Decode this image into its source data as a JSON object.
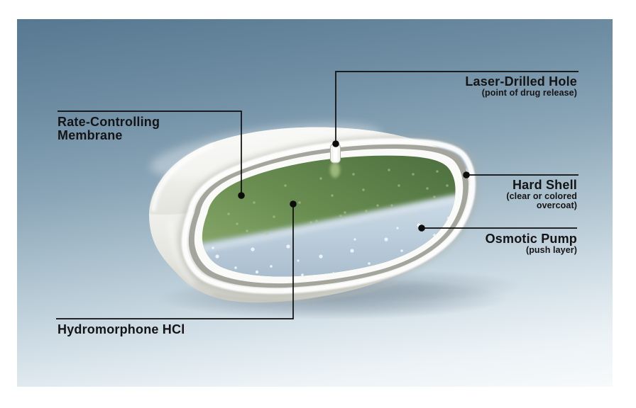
{
  "background": {
    "gradient_top": "#567890",
    "gradient_bottom": "#f7fafb",
    "page_border": "#ffffff"
  },
  "callouts": {
    "laser_hole": {
      "title": "Laser-Drilled Hole",
      "subtitle": "(point of drug release)"
    },
    "membrane": {
      "line1": "Rate-Controlling",
      "line2": "Membrane"
    },
    "hard_shell": {
      "title": "Hard Shell",
      "subtitle_line1": "(clear or colored",
      "subtitle_line2": "overcoat)"
    },
    "osmotic_pump": {
      "title": "Osmotic Pump",
      "subtitle": "(push layer)"
    },
    "drug_layer": {
      "title": "Hydromorphone HCl"
    }
  },
  "colors": {
    "drug_layer_green": "#688c50",
    "push_layer_blue": "#a9bfd2",
    "membrane_gray": "#a4a69e",
    "shell_white": "#f2f3ef",
    "callout_line": "#0c0c0c",
    "label_text": "#141414"
  }
}
